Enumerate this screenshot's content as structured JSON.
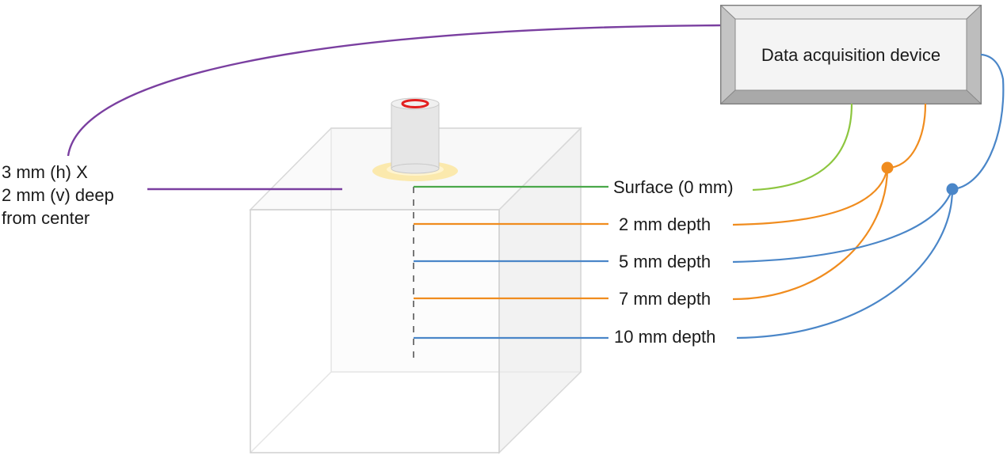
{
  "device": {
    "label": "Data acquisition device"
  },
  "probe_label": {
    "line1": "3 mm (h) X",
    "line2": "2 mm (v) deep",
    "line3": "from center"
  },
  "depths": [
    {
      "label": "Surface (0 mm)",
      "depth_mm": 0
    },
    {
      "label": "2 mm depth",
      "depth_mm": 2
    },
    {
      "label": "5 mm depth",
      "depth_mm": 5
    },
    {
      "label": "7 mm depth",
      "depth_mm": 7
    },
    {
      "label": "10 mm depth",
      "depth_mm": 10
    }
  ],
  "colors": {
    "probe_wire": "#7a3fa0",
    "surface_wire": "#8dc63f",
    "wire_group_a": "#f08c1e",
    "wire_group_b": "#4a86c8",
    "heat_spot": "#fbe6a0",
    "ring": "#e32020"
  }
}
